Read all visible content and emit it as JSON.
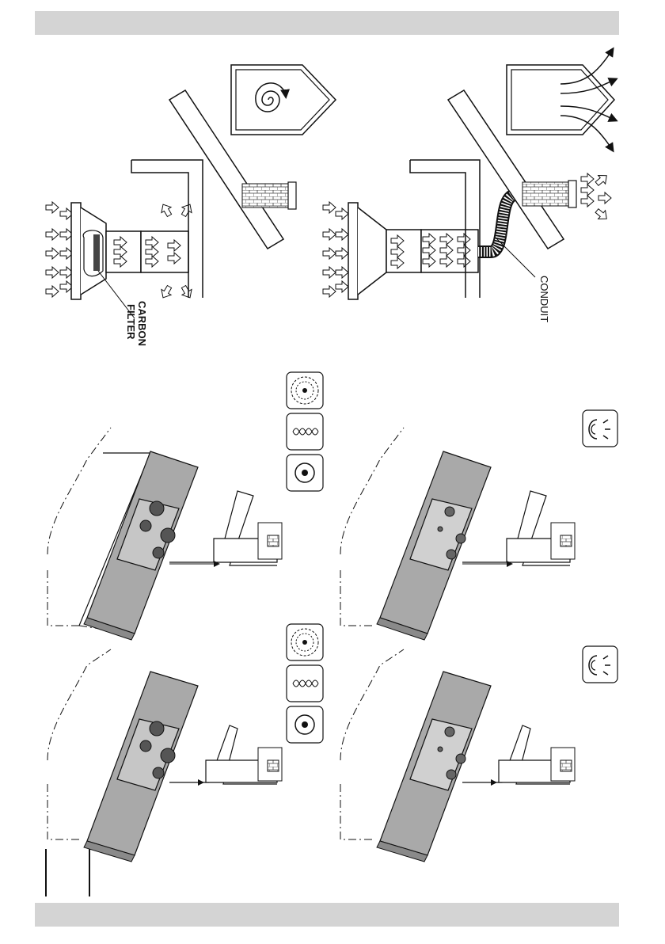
{
  "page": {
    "background": "#ffffff",
    "band_color": "#d4d4d4"
  },
  "labels": {
    "filter_line1": "CARBON",
    "filter_line2": "FILTER",
    "conduit": "CONDUIT"
  },
  "icons": {
    "electric_row_1": [
      "fan-icon",
      "heating-coil-icon",
      "hotplate-icon"
    ],
    "electric_row_2": [
      "fan-icon",
      "heating-coil-icon",
      "hotplate-icon"
    ],
    "gas_row_1": [
      "gas-burner-icon"
    ],
    "gas_row_2": [
      "gas-burner-icon"
    ]
  },
  "colors": {
    "hob_grey": "#a9a9a9",
    "line": "#111111",
    "brick": "#7a7a7a"
  }
}
